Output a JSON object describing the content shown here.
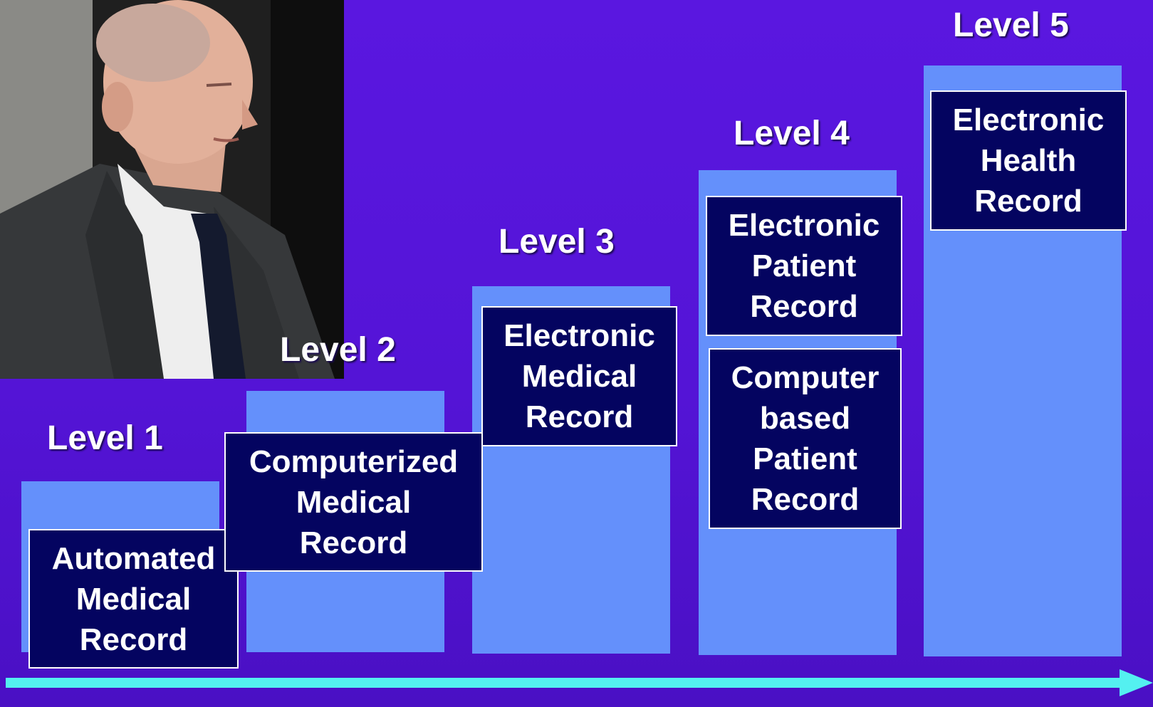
{
  "levels": [
    {
      "label": "Level 1",
      "boxes": [
        [
          "Automated",
          "Medical",
          "Record"
        ]
      ]
    },
    {
      "label": "Level 2",
      "boxes": [
        [
          "Computerized",
          "Medical",
          "Record"
        ]
      ]
    },
    {
      "label": "Level 3",
      "boxes": [
        [
          "Electronic",
          "Medical",
          "Record"
        ]
      ]
    },
    {
      "label": "Level 4",
      "boxes": [
        [
          "Electronic",
          "Patient",
          "Record"
        ],
        [
          "Computer",
          "based",
          "Patient",
          "Record"
        ]
      ]
    },
    {
      "label": "Level 5",
      "boxes": [
        [
          "Electronic",
          "Health",
          "Record"
        ]
      ]
    }
  ],
  "colors": {
    "background": "#5a17e0",
    "bar": "#6490fb",
    "box": "#040460",
    "arrow": "#54f0f0"
  }
}
